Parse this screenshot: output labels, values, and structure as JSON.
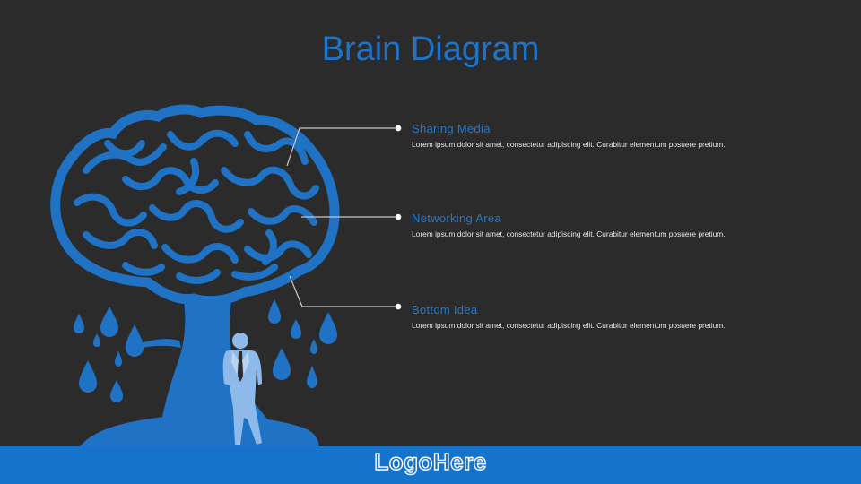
{
  "slide": {
    "title": "Brain Diagram",
    "items": [
      {
        "title": "Sharing Media",
        "description": "Lorem ipsum dolor sit amet, consectetur adipiscing elit. Curabitur elementum posuere pretium."
      },
      {
        "title": "Networking Area",
        "description": "Lorem ipsum dolor sit amet, consectetur adipiscing elit. Curabitur elementum posuere pretium."
      },
      {
        "title": "Bottom Idea",
        "description": "Lorem ipsum dolor sit amet, consectetur adipiscing elit. Curabitur elementum posuere pretium."
      }
    ],
    "logo": "LogoHere"
  },
  "colors": {
    "background": "#2b2b2c",
    "accent": "#1673cc",
    "brain": "#1f72c4",
    "person": "#8fb9e8",
    "connector": "#c8c8c8"
  },
  "icons": [
    "brain-tree-illustration",
    "raindrop-icon",
    "businessman-figure"
  ]
}
